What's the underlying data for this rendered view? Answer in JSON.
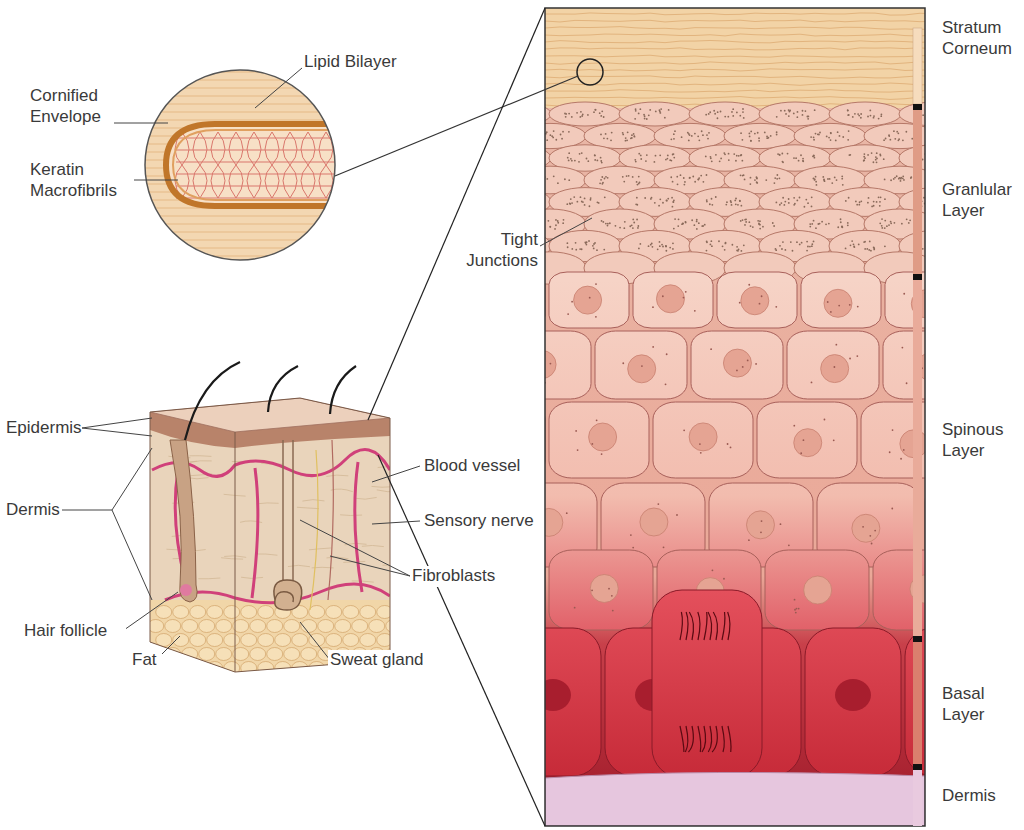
{
  "diagram": {
    "labels": [
      "Lipid Bilayer",
      "Cornified Envelope",
      "Keratin Macrofibrils",
      "Tight Junctions",
      "Stratum Corneum",
      "Granlular Layer",
      "Spinous Layer",
      "Basal Layer",
      "Dermis",
      "Epidermis",
      "Dermis",
      "Blood vessel",
      "Sensory nerve",
      "Fibroblasts",
      "Hair follicle",
      "Fat",
      "Sweat gland"
    ]
  }
}
